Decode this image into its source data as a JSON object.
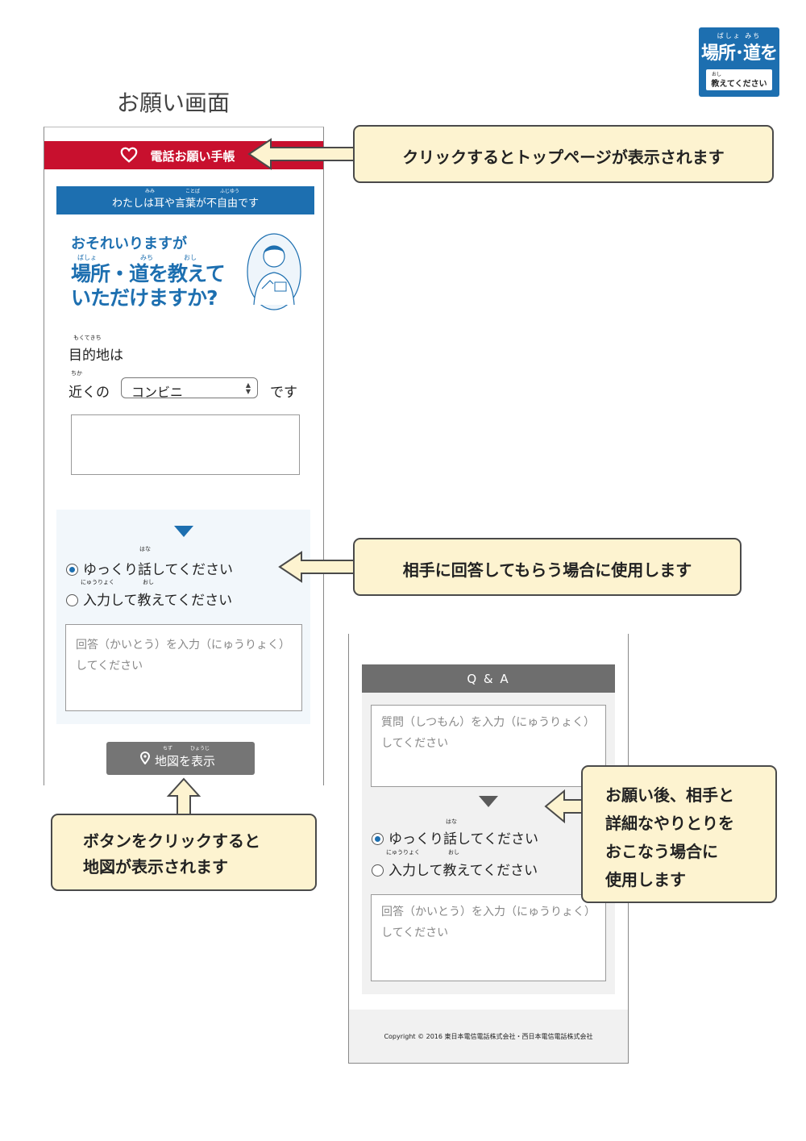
{
  "corner_badge": {
    "ruby": "ばしょ みち",
    "title": "場所･道を",
    "subtitle": "教えてください",
    "subtitle_ruby": "おし"
  },
  "heading": "お願い画面",
  "screen1": {
    "header_bar": {
      "label": "電話お願い手帳",
      "icon": "heart-icon"
    },
    "info_bar": {
      "label": "わたしは耳や言葉が不自由です",
      "ruby_mimi": "みみ",
      "ruby_kotoba": "ことば",
      "ruby_fujiyuu": "ふじゆう"
    },
    "hero": {
      "line1": "おそれいりますが",
      "ruby_basho": "ばしょ",
      "ruby_michi": "みち",
      "ruby_oshi": "おし",
      "line2": "場所・道を教えて",
      "line3": "いただけますか?"
    },
    "destination_ruby": "もくてきち",
    "destination_label": "目的地は",
    "near_ruby": "ちか",
    "near_label": "近くの",
    "select_value": "コンビニ",
    "desu": "です",
    "answer_section": {
      "option1": "ゆっくり話してください",
      "option1_ruby": "はな",
      "option2": "入力して教えてください",
      "option2_ruby_nyuuryoku": "にゅうりょく",
      "option2_ruby_oshi": "おし",
      "answer_placeholder_line1": "回答（かいとう）を入力（にゅうりょく）",
      "answer_placeholder_line2": "してください"
    },
    "map_button": {
      "label": "地図を表示",
      "ruby_chizu": "ちず",
      "ruby_hyouji": "ひょうじ",
      "icon": "map-pin-icon"
    }
  },
  "screen2": {
    "qa_title": "Q & A",
    "question_placeholder_line1": "質問（しつもん）を入力（にゅうりょく）",
    "question_placeholder_line2": "してください",
    "option1": "ゆっくり話してください",
    "option1_ruby": "はな",
    "option2": "入力して教えてください",
    "option2_ruby_nyuuryoku": "にゅうりょく",
    "option2_ruby_oshi": "おし",
    "answer_placeholder_line1": "回答（かいとう）を入力（にゅうりょく）",
    "answer_placeholder_line2": "してください",
    "copyright": "Copyright © 2016 東日本電信電話株式会社・西日本電信電話株式会社"
  },
  "callouts": {
    "top_page": "クリックするとトップページが表示されます",
    "answer_use": "相手に回答してもらう場合に使用します",
    "map_line1": "ボタンをクリックすると",
    "map_line2": "地図が表示されます",
    "qa_line1": "お願い後、相手と",
    "qa_line2": "詳細なやりとりを",
    "qa_line3": "おこなう場合に",
    "qa_line4": "使用します"
  },
  "colors": {
    "brand_red": "#c8102e",
    "brand_blue": "#1d6fb0",
    "callout_bg": "#fdf3d0",
    "button_gray": "#757575"
  }
}
